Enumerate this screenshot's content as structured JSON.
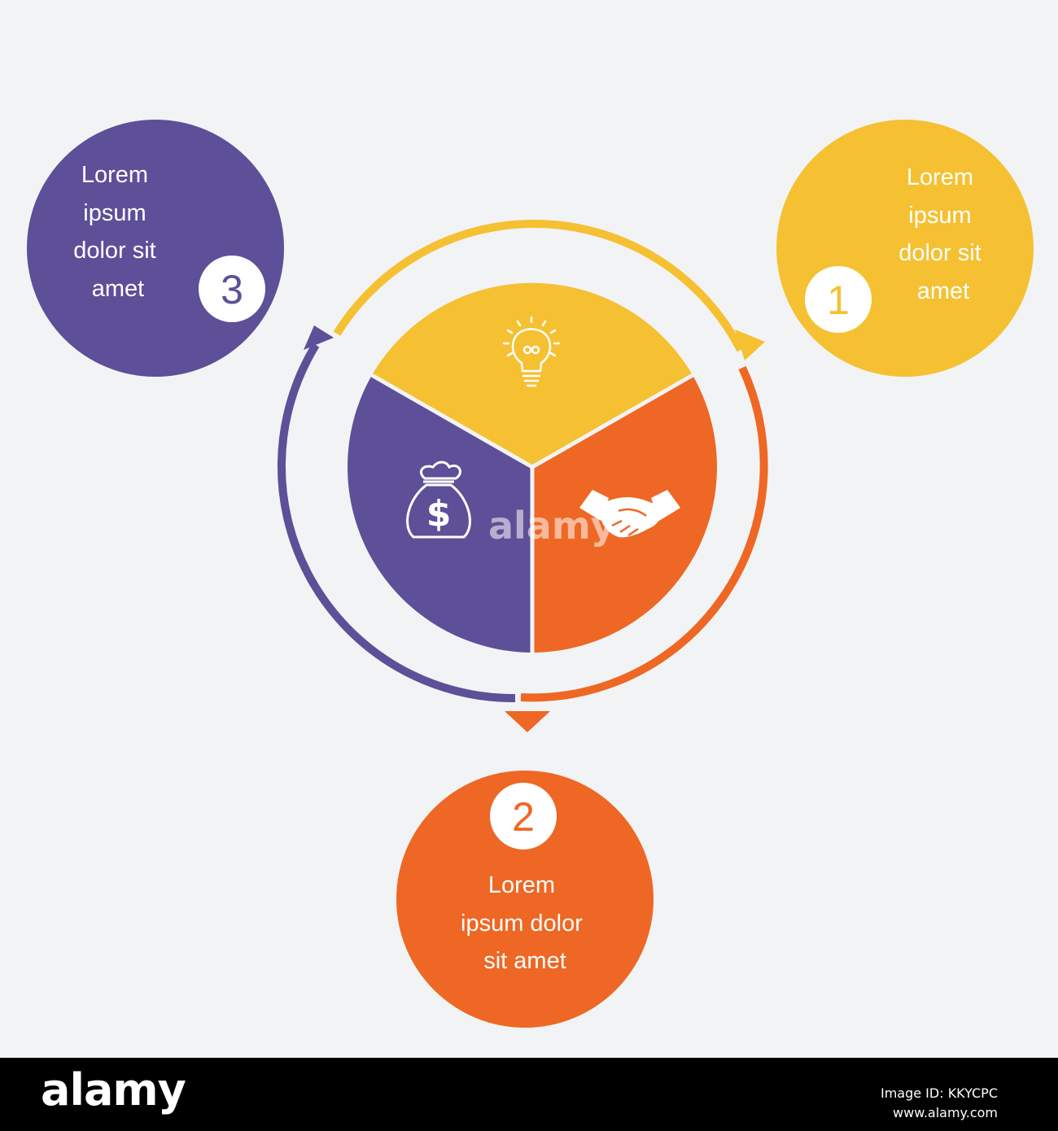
{
  "colors": {
    "background": "#f2f3f5",
    "yellow": "#f5c132",
    "orange": "#ee6724",
    "purple": "#5d4f98",
    "white": "#ffffff"
  },
  "steps": [
    {
      "number": "1",
      "text_lines": [
        "Lorem",
        "ipsum",
        "dolor sit",
        "amet"
      ],
      "color": "#f5c132"
    },
    {
      "number": "2",
      "text_lines": [
        "Lorem",
        "ipsum dolor",
        "sit amet"
      ],
      "color": "#ee6724"
    },
    {
      "number": "3",
      "text_lines": [
        "Lorem",
        "ipsum",
        "dolor sit",
        "amet"
      ],
      "color": "#5d4f98"
    }
  ],
  "center_segments": [
    {
      "icon": "lightbulb-icon",
      "color": "#f5c132"
    },
    {
      "icon": "handshake-icon",
      "color": "#ee6724"
    },
    {
      "icon": "money-bag-icon",
      "color": "#5d4f98"
    }
  ],
  "watermark": {
    "text": "alamy",
    "image_id": "KKYCPC",
    "site": "www.alamy.com"
  }
}
